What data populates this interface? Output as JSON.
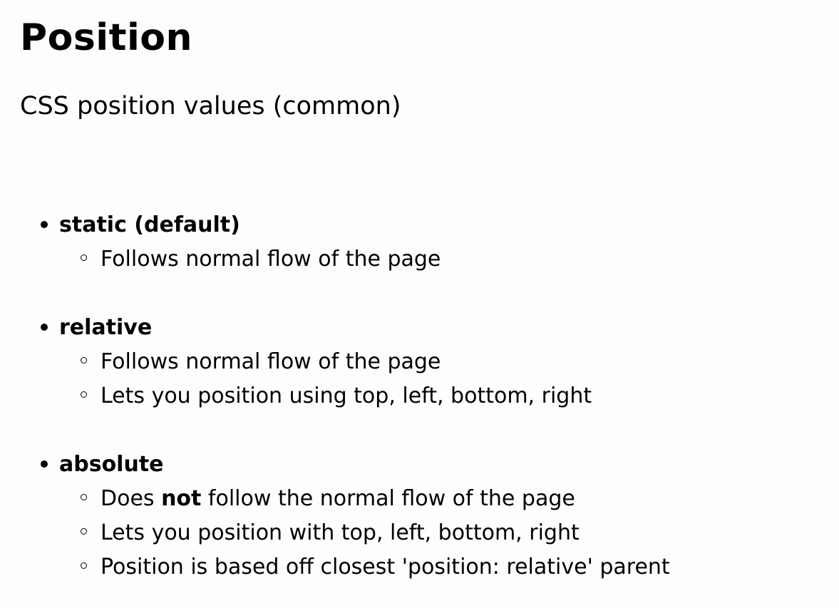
{
  "slide": {
    "title": "Position",
    "subtitle": "CSS position values (common)"
  },
  "items": [
    {
      "term": "static (default)",
      "notes": [
        {
          "text": "Follows normal flow of the page"
        }
      ]
    },
    {
      "term": "relative",
      "notes": [
        {
          "text": "Follows normal flow of the page"
        },
        {
          "text": "Lets you position using top, left, bottom, right"
        }
      ]
    },
    {
      "term": "absolute",
      "notes": [
        {
          "before": "Does ",
          "bold": "not",
          "after": " follow the normal flow of the page"
        },
        {
          "text": "Lets you position with top, left, bottom, right"
        },
        {
          "text": "Position is based off closest 'position: relative' parent"
        }
      ]
    }
  ]
}
